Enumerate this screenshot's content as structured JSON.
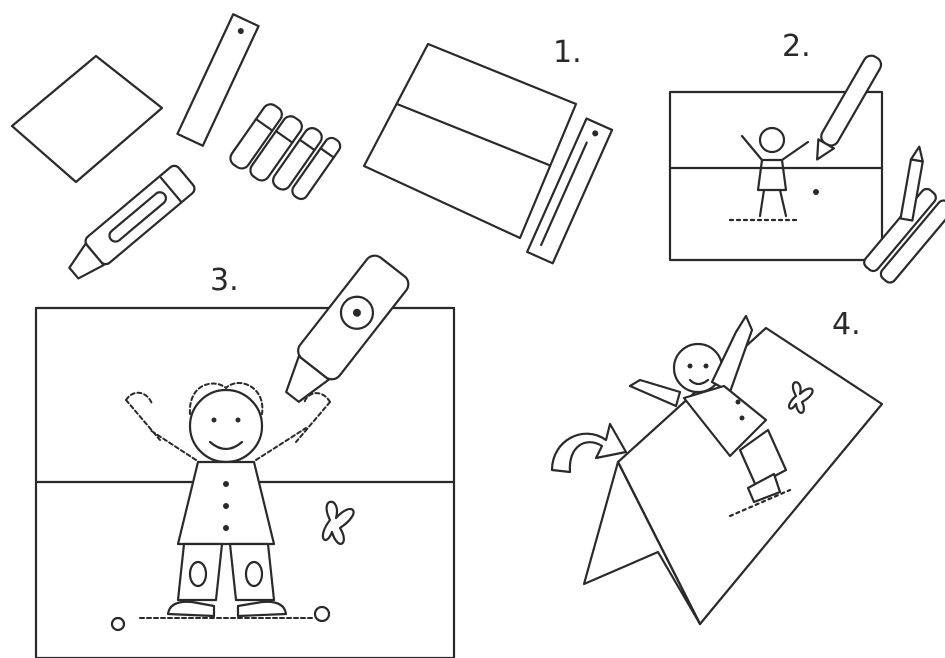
{
  "steps": [
    {
      "number": "1."
    },
    {
      "number": "2."
    },
    {
      "number": "3."
    },
    {
      "number": "4."
    }
  ],
  "colors": {
    "ink": "#2a2a2a",
    "paper": "#ffffff"
  }
}
